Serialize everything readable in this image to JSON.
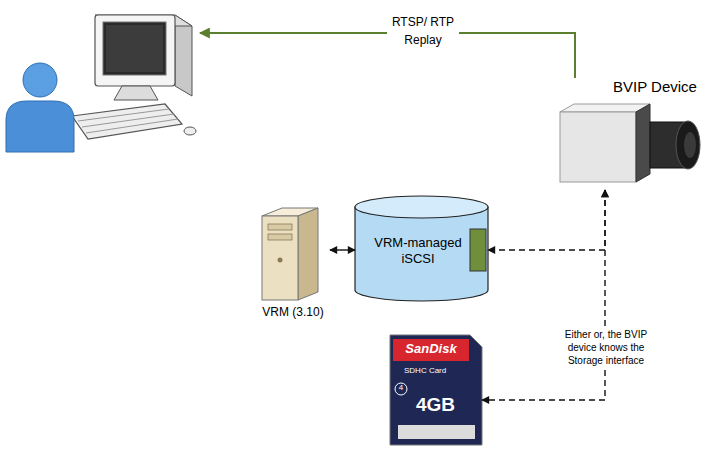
{
  "diagram": {
    "nodes": [
      {
        "text": []
      },
      {
        "text": [
          "BVIP Device"
        ]
      },
      {
        "text": [
          "VRM (3.10)"
        ]
      },
      {
        "text": [
          "VRM-managed iSCSI"
        ]
      },
      {
        "text": [
          "SanDisk",
          "SDHC Card",
          "4",
          "4GB"
        ]
      }
    ],
    "edges": [
      {
        "from": 1,
        "to": 0,
        "arrow": "to",
        "label": "RTSP/ RTP Replay"
      },
      {
        "from": 1,
        "to": 3,
        "arrow": "both"
      },
      {
        "from": 1,
        "to": 4,
        "arrow": "both"
      },
      {
        "from": 2,
        "to": 3,
        "arrow": "both"
      }
    ],
    "labels": [
      "Either or, the BVIP device knows the Storage interface"
    ]
  }
}
